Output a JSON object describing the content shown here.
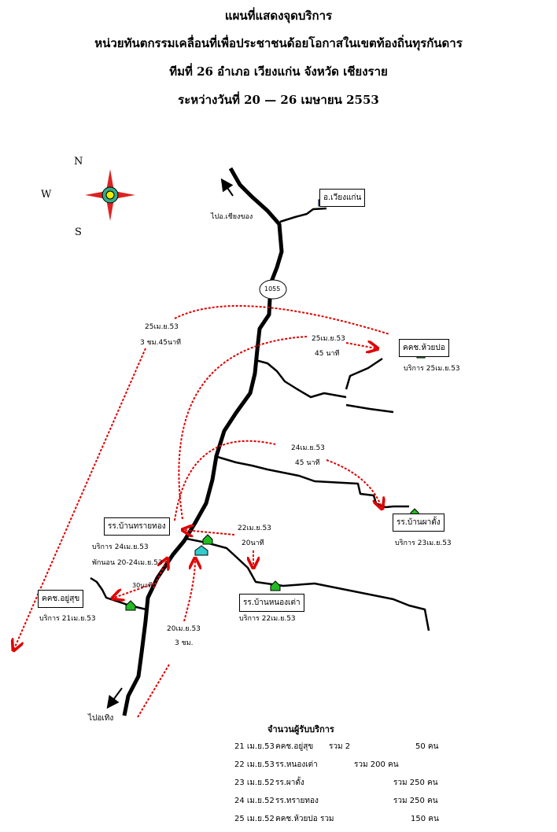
{
  "title": {
    "line1": "แผนที่แสดงจุดบริการ",
    "line2": "หน่วยทันตกรรมเคลื่อนที่เพื่อประชาชนด้อยโอกาสในเขตท้องถิ่นทุรกันดาร",
    "line3": "ทีมที่  26  อำเภอ เวียงแก่น จังหวัด  เชียงราย",
    "line4": "ระหว่างวันที่ 20 — 26 เมษายน 2553"
  },
  "compass": {
    "n": "N",
    "w": "W",
    "s": "S"
  },
  "map": {
    "district": "อ.เวียงแก่น",
    "to_chiang_khong": "ไปอ.เชียงของ",
    "to_thoeng": "ไปอเทิง",
    "road_number": "1055",
    "places": [
      {
        "name": "คคช.ห้วยปอ",
        "service": "บริการ 25เม.ย.53"
      },
      {
        "name": "รร.บ้านผาตั้ง",
        "service": "บริการ 23เม.ย.53"
      },
      {
        "name": "รร.บ้านทรายทอง",
        "service": "บริการ 24เม.ย.53",
        "stay": "พักนอน 20-24เม.ย.53"
      },
      {
        "name": "คคช.อยู่สุข",
        "service": "บริการ 21เม.ย.53"
      },
      {
        "name": "รร.บ้านหนองเต่า",
        "service": "บริการ 22เม.ย.53"
      }
    ],
    "trips": [
      {
        "date": "25เม.ย.53",
        "duration": "3 ชม.45นาที"
      },
      {
        "date": "25เม.ย.53",
        "duration": "45 นาที"
      },
      {
        "date": "24เม.ย.53",
        "duration": "45 นาที"
      },
      {
        "date": "22เม.ย.53",
        "duration": "20นาที"
      },
      {
        "duration": "30นาที"
      },
      {
        "date": "20เม.ย.53",
        "duration": "3 ชม."
      }
    ]
  },
  "summary": {
    "heading": "จำนวนผู้รับบริการ",
    "rows": [
      {
        "date": "21 เม.ย.53",
        "place": "คคช.อยู่สุข",
        "total_label": "รวม 2",
        "count": "50 คน"
      },
      {
        "date": "22 เม.ย.53",
        "place": "รร.หนองเต่า",
        "total_label": "รวม  200 คน",
        "count": ""
      },
      {
        "date": "23 เม.ย.52",
        "place": "รร.ผาตั้ง",
        "total_label": "รวม  250 คน",
        "count": ""
      },
      {
        "date": "24 เม.ย.52",
        "place": "รร.ทรายทอง",
        "total_label": "รวม  250 คน",
        "count": ""
      },
      {
        "date": "25 เม.ย.52",
        "place": "คคช.ห้วยปอ รวม",
        "total_label": "",
        "count": "150 คน"
      }
    ]
  },
  "colors": {
    "road": "#000000",
    "route": "#e00000",
    "house": "#22bb22"
  }
}
